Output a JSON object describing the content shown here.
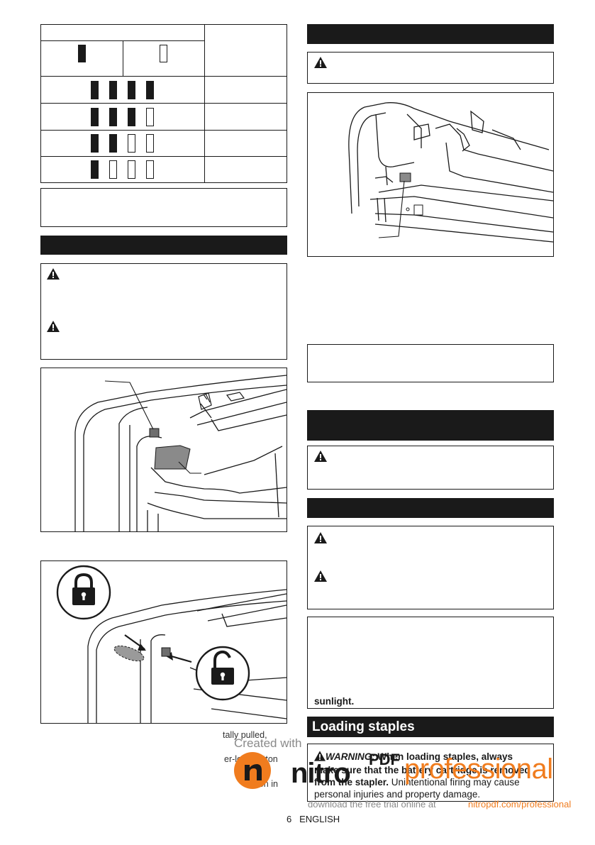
{
  "battery_table": {
    "rows": [
      {
        "segments": [
          true,
          true,
          true,
          true
        ]
      },
      {
        "segments": [
          true,
          true,
          true,
          false
        ]
      },
      {
        "segments": [
          true,
          true,
          false,
          false
        ]
      },
      {
        "segments": [
          true,
          false,
          false,
          false
        ]
      }
    ]
  },
  "right_column": {
    "loading_title": "Loading staples",
    "warning_label": "WARNING:",
    "warning_bold": "When loading staples, always make sure that the battery cartridge is removed from the stapler.",
    "warning_normal": "Unintentional firing may cause personal injuries and property damage.",
    "warning_line1_bold": "When loading staples, always",
    "warning_line2_bold": "make sure that the battery cartridge is removed",
    "warning_line3_bold": "from the stapler.",
    "warning_line3_normal": " Unintentional firing may cause",
    "warning_line4_normal": "personal injuries and property damage.",
    "sunlight_text": "sunlight."
  },
  "left_fragments": {
    "line1": "tally pulled,",
    "line2": "er-lock button",
    "line3": "button in"
  },
  "watermark": {
    "created_with": "Created with",
    "nitro": "nitro",
    "pdf": "PDF",
    "professional": "professional",
    "download": "download the free trial online at",
    "url": "nitropdf.com/professional"
  },
  "footer": {
    "page_number": "6",
    "language": "ENGLISH"
  },
  "colors": {
    "ink": "#1a1a1a",
    "watermark_orange": "#f07c1e",
    "watermark_gray": "#8a8a8a"
  }
}
